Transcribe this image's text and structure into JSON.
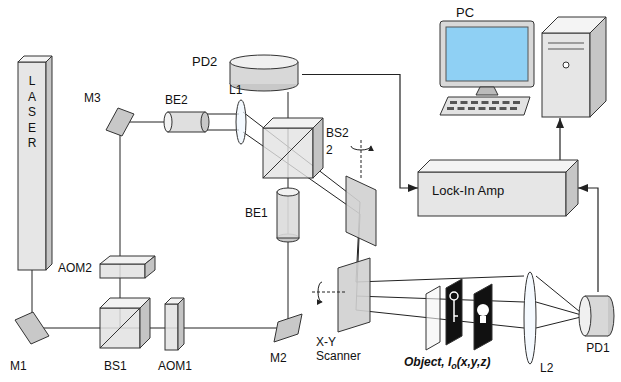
{
  "diagram": {
    "nodes": [
      {
        "text": [
          "PC"
        ]
      },
      {
        "text": [
          "Lock-In Amp"
        ]
      },
      {
        "text": [
          "PD2"
        ]
      },
      {
        "text": [
          "PD1"
        ]
      },
      {
        "text": [
          "LASER"
        ]
      }
    ],
    "edges": [
      {
        "from": 2,
        "to": 1,
        "arrow": "to"
      },
      {
        "from": 3,
        "to": 1,
        "arrow": "to"
      },
      {
        "from": 1,
        "to": 0,
        "arrow": "to"
      }
    ],
    "labels": [
      "BS2",
      "2",
      "L1",
      "BE2",
      "M3",
      "AOM2",
      "BE1",
      "X-Y Scanner",
      "M1",
      "BS1",
      "AOM1",
      "M2",
      "Object, I",
      "o",
      "(x,y,z)",
      "L2"
    ]
  }
}
